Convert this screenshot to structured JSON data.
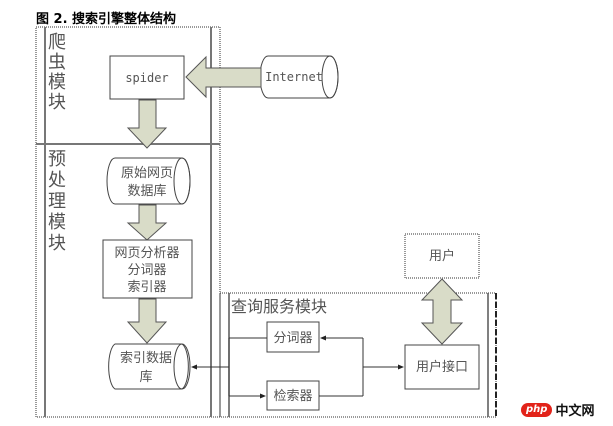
{
  "figure": {
    "title": "图 2. 搜索引擎整体结构"
  },
  "modules": {
    "crawler": {
      "label_lines": [
        "爬",
        "虫",
        "模",
        "块"
      ]
    },
    "preprocess": {
      "label_lines": [
        "预",
        "处",
        "理",
        "模",
        "块"
      ]
    },
    "query_service": {
      "label": "查询服务模块"
    }
  },
  "nodes": {
    "spider": "spider",
    "internet": "Internet",
    "raw_db": [
      "原始网页",
      "数据库"
    ],
    "analyzer": [
      "网页分析器",
      "分词器",
      "索引器"
    ],
    "index_db": [
      "索引数据",
      "库"
    ],
    "user": "用户",
    "tokenizer": "分词器",
    "retriever": "检索器",
    "user_interface": "用户接口"
  },
  "colors": {
    "arrow_fill": "#d9dcc8",
    "arrow_stroke": "#555555",
    "line": "#555555",
    "text": "#555555"
  },
  "watermark": {
    "logo": "php",
    "text": "中文网"
  }
}
